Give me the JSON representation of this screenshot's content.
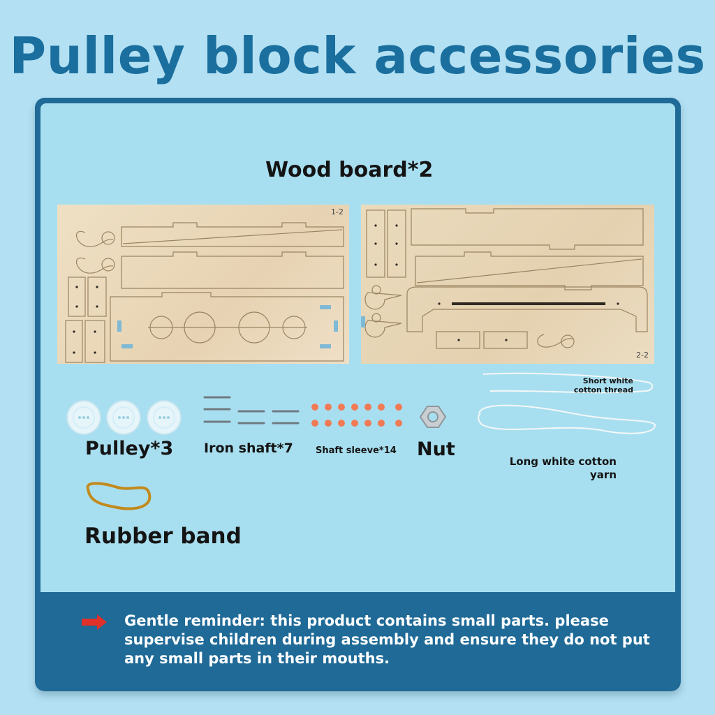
{
  "page": {
    "title": "Pulley block accessories"
  },
  "wood_section": {
    "title": "Wood board*2",
    "board_1_number": "1-2",
    "board_2_number": "2-2"
  },
  "components": {
    "pulley_label": "Pulley*3",
    "iron_shaft_label": "Iron shaft*7",
    "shaft_sleeve_label": "Shaft sleeve*14",
    "nut_label": "Nut",
    "short_thread_label": "Short white cotton thread",
    "long_yarn_label": "Long white cotton yarn",
    "rubber_band_label": "Rubber band"
  },
  "reminder": {
    "text": "Gentle reminder: this product contains small parts. please supervise children during assembly and ensure they do not put any small parts in their mouths."
  },
  "colors": {
    "background": "#b3e0f2",
    "title": "#1a6f9e",
    "panel": "#1f6a97",
    "panel_inner": "#a8dff0",
    "sleeve": "#f07a55",
    "arrow": "#e0312b"
  }
}
